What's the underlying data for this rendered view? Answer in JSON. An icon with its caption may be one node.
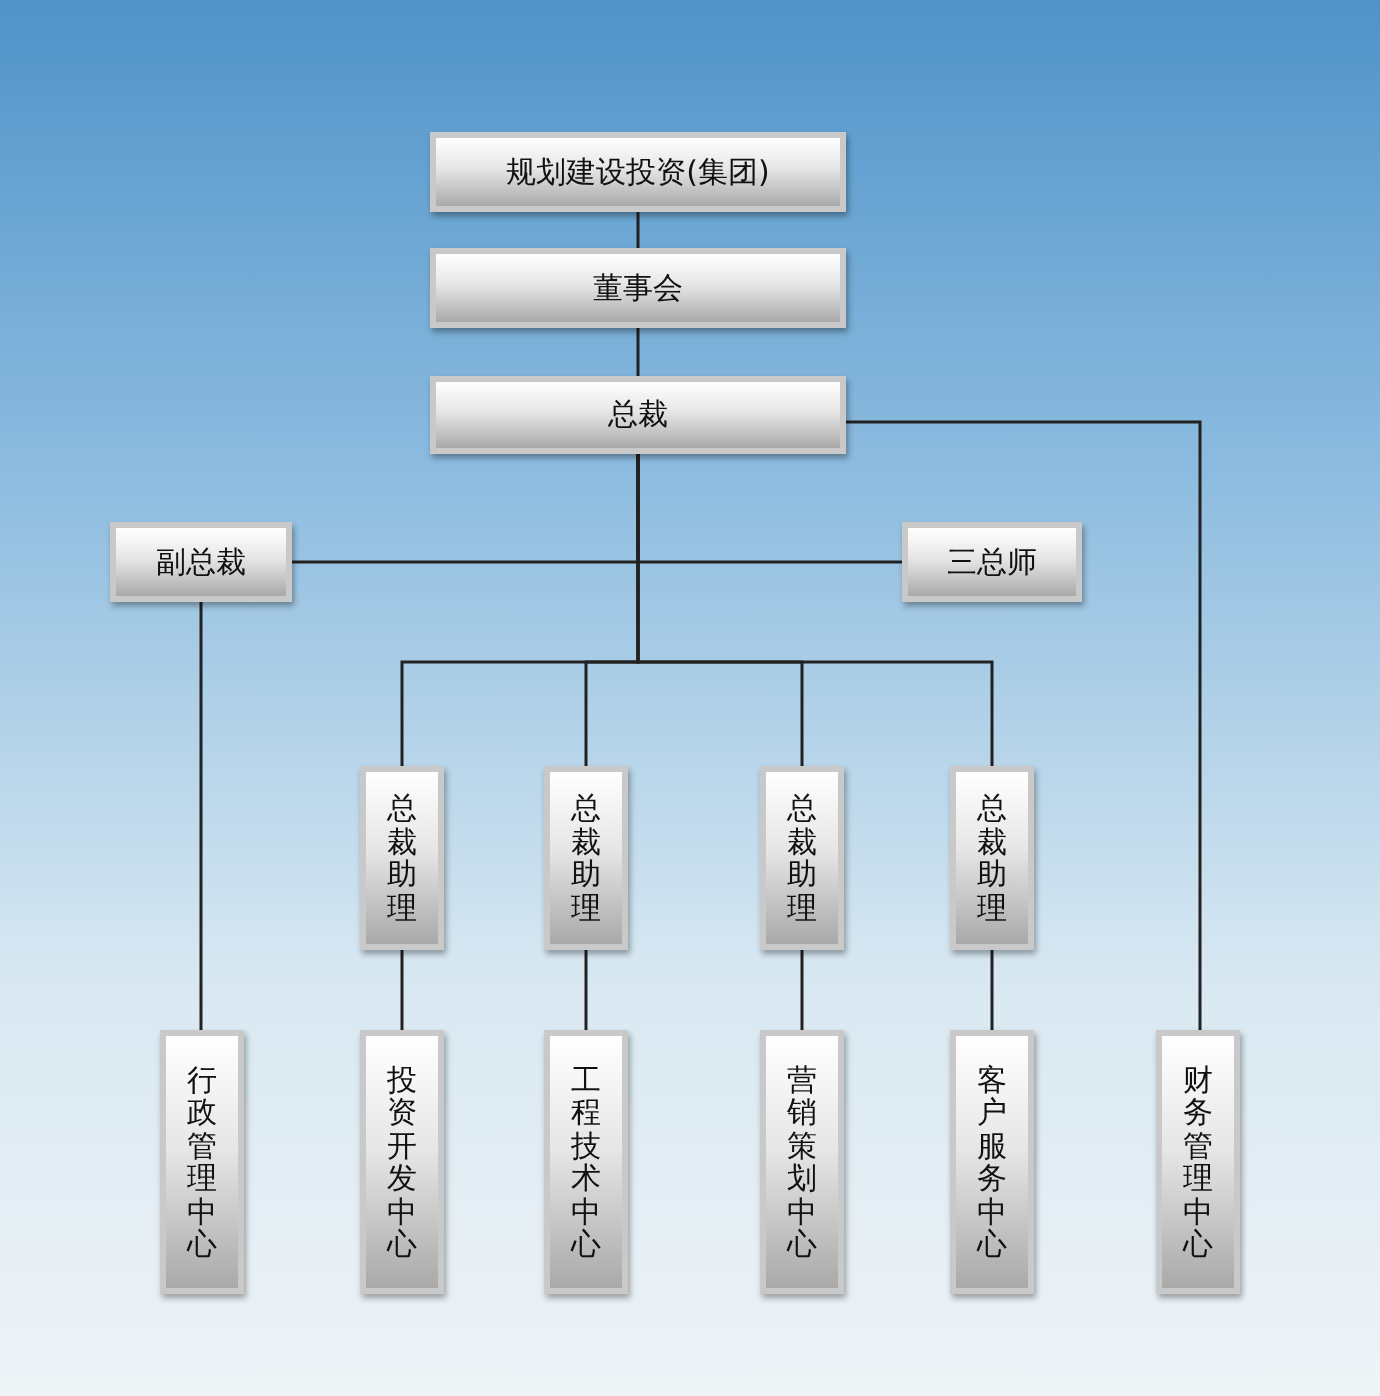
{
  "diagram": {
    "nodes": [
      {
        "text": [
          "规划建设投资(集团)"
        ]
      },
      {
        "text": [
          "董事会"
        ]
      },
      {
        "text": [
          "总裁"
        ]
      },
      {
        "text": [
          "副总裁"
        ]
      },
      {
        "text": [
          "三总师"
        ]
      },
      {
        "text": [
          "总裁助理"
        ]
      },
      {
        "text": [
          "总裁助理"
        ]
      },
      {
        "text": [
          "总裁助理"
        ]
      },
      {
        "text": [
          "总裁助理"
        ]
      },
      {
        "text": [
          "行政管理中心"
        ]
      },
      {
        "text": [
          "投资开发中心"
        ]
      },
      {
        "text": [
          "工程技术中心"
        ]
      },
      {
        "text": [
          "营销策划中心"
        ]
      },
      {
        "text": [
          "客户服务中心"
        ]
      },
      {
        "text": [
          "财务管理中心"
        ]
      }
    ],
    "edges": [
      {
        "from": 0,
        "to": 1,
        "arrow": "none"
      },
      {
        "from": 1,
        "to": 2,
        "arrow": "none"
      },
      {
        "from": 2,
        "to": 3,
        "arrow": "none"
      },
      {
        "from": 2,
        "to": 4,
        "arrow": "none"
      },
      {
        "from": 2,
        "to": 5,
        "arrow": "none"
      },
      {
        "from": 2,
        "to": 6,
        "arrow": "none"
      },
      {
        "from": 2,
        "to": 7,
        "arrow": "none"
      },
      {
        "from": 2,
        "to": 8,
        "arrow": "none"
      },
      {
        "from": 2,
        "to": 14,
        "arrow": "none"
      },
      {
        "from": 3,
        "to": 9,
        "arrow": "none"
      },
      {
        "from": 5,
        "to": 10,
        "arrow": "none"
      },
      {
        "from": 6,
        "to": 11,
        "arrow": "none"
      },
      {
        "from": 7,
        "to": 12,
        "arrow": "none"
      },
      {
        "from": 8,
        "to": 13,
        "arrow": "none"
      }
    ]
  }
}
